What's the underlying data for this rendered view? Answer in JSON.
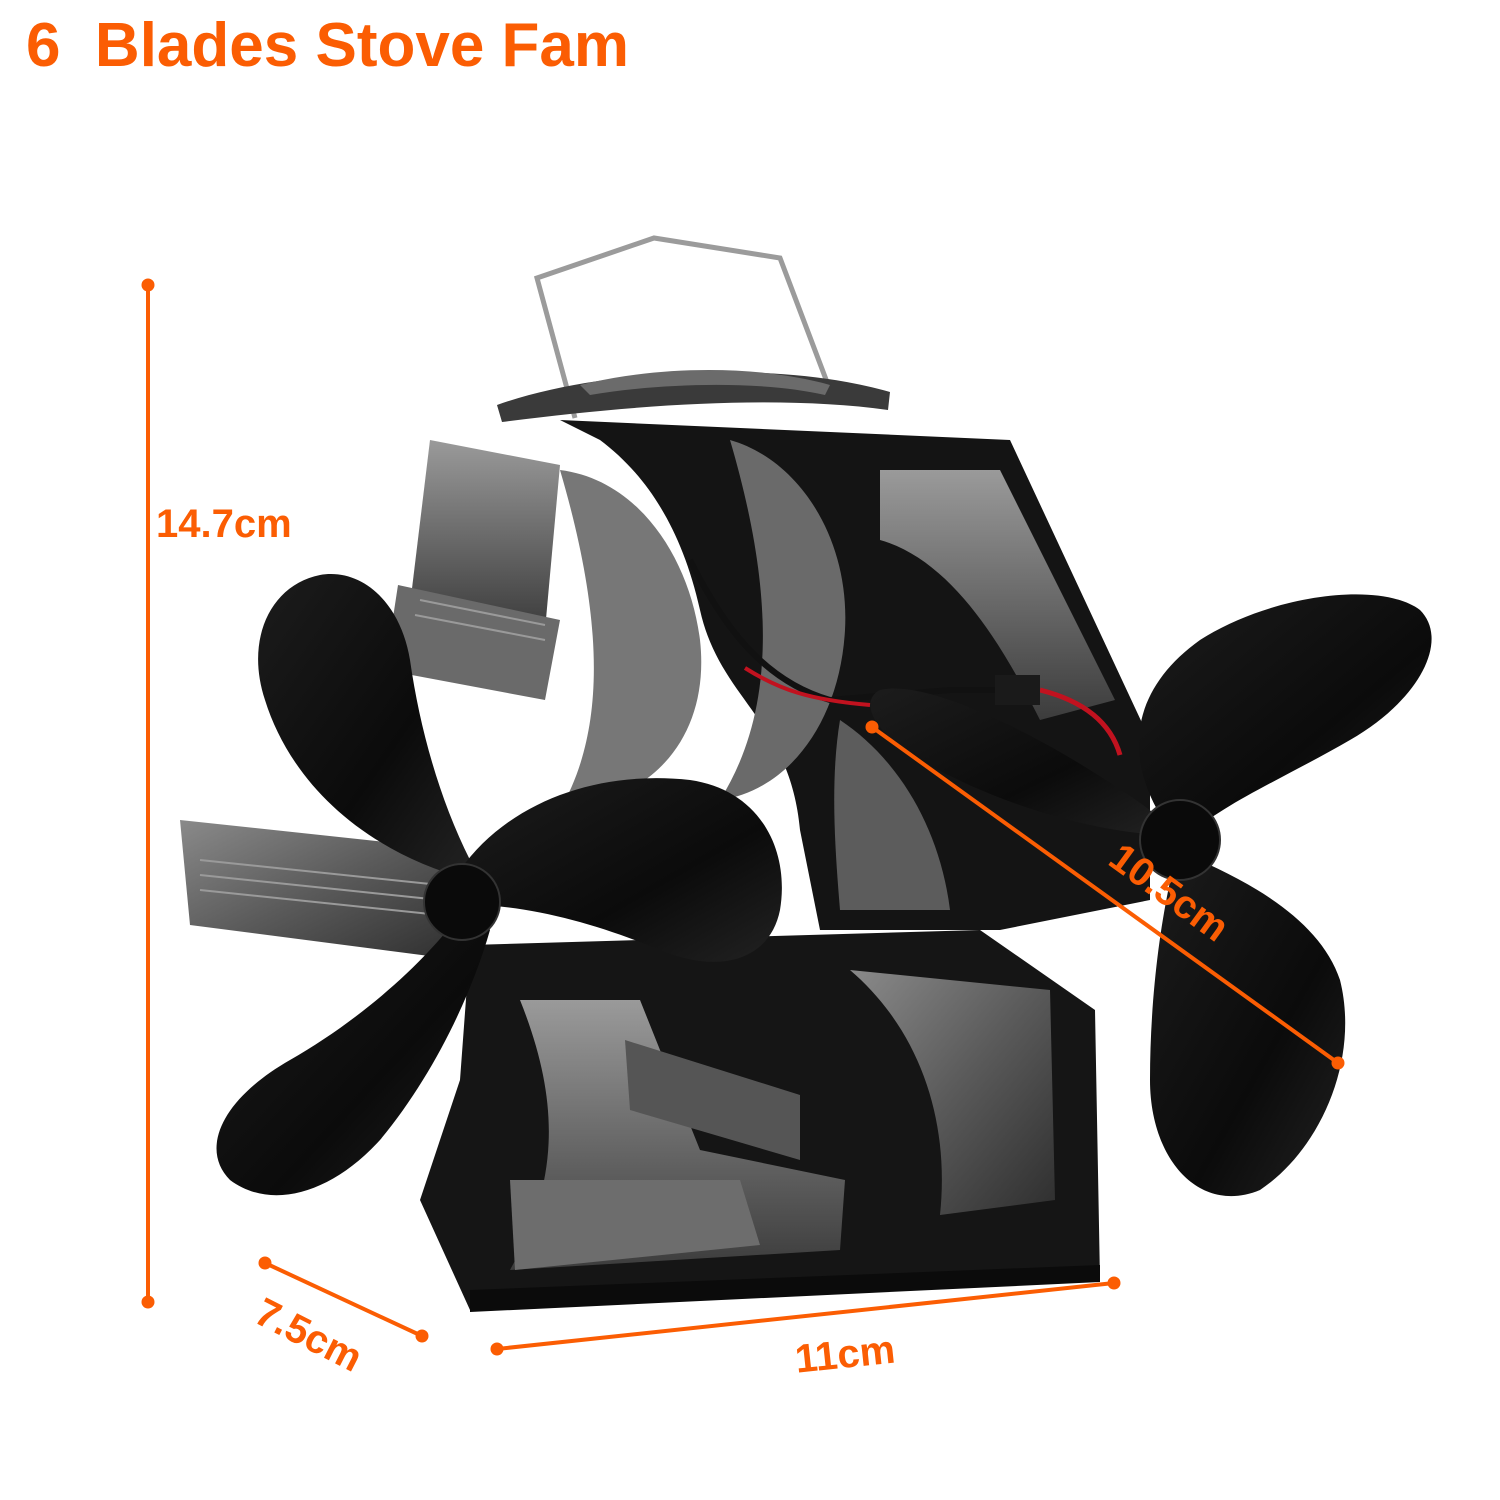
{
  "title": "6  Blades Stove Fam",
  "accent_color": "#fb5d03",
  "product": {
    "name": "stove-fan",
    "blade_count": 6,
    "fan_count": 2,
    "body_color": "#111111"
  },
  "dimensions": {
    "height": "14.7cm",
    "blade_span": "10.5cm",
    "depth": "7.5cm",
    "width": "11cm"
  }
}
